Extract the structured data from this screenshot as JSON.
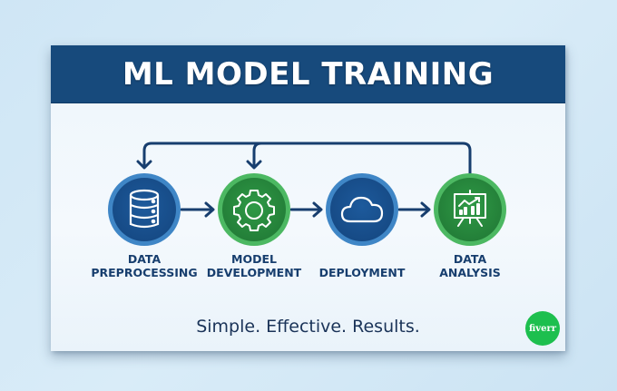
{
  "header": {
    "title": "ML MODEL TRAINING"
  },
  "steps": [
    {
      "line1": "DATA",
      "line2": "PREPROCESSING",
      "icon": "database-icon",
      "color": "#1f5fa3"
    },
    {
      "line1": "MODEL",
      "line2": "DEVELOPMENT",
      "icon": "gear-icon",
      "color": "#2f9e44"
    },
    {
      "line1": "",
      "line2": "DEPLOYMENT",
      "icon": "cloud-icon",
      "color": "#1f5fa3"
    },
    {
      "line1": "DATA",
      "line2": "ANALYSIS",
      "icon": "chart-presentation-icon",
      "color": "#2f9e44"
    }
  ],
  "footer": {
    "tagline": "Simple. Effective. Results.",
    "badge": "fiverr"
  },
  "colors": {
    "navy": "#174a7c",
    "blue": "#1f5fa3",
    "green": "#2f9e44",
    "arrow": "#173e6e",
    "badge": "#1dbf4e"
  }
}
